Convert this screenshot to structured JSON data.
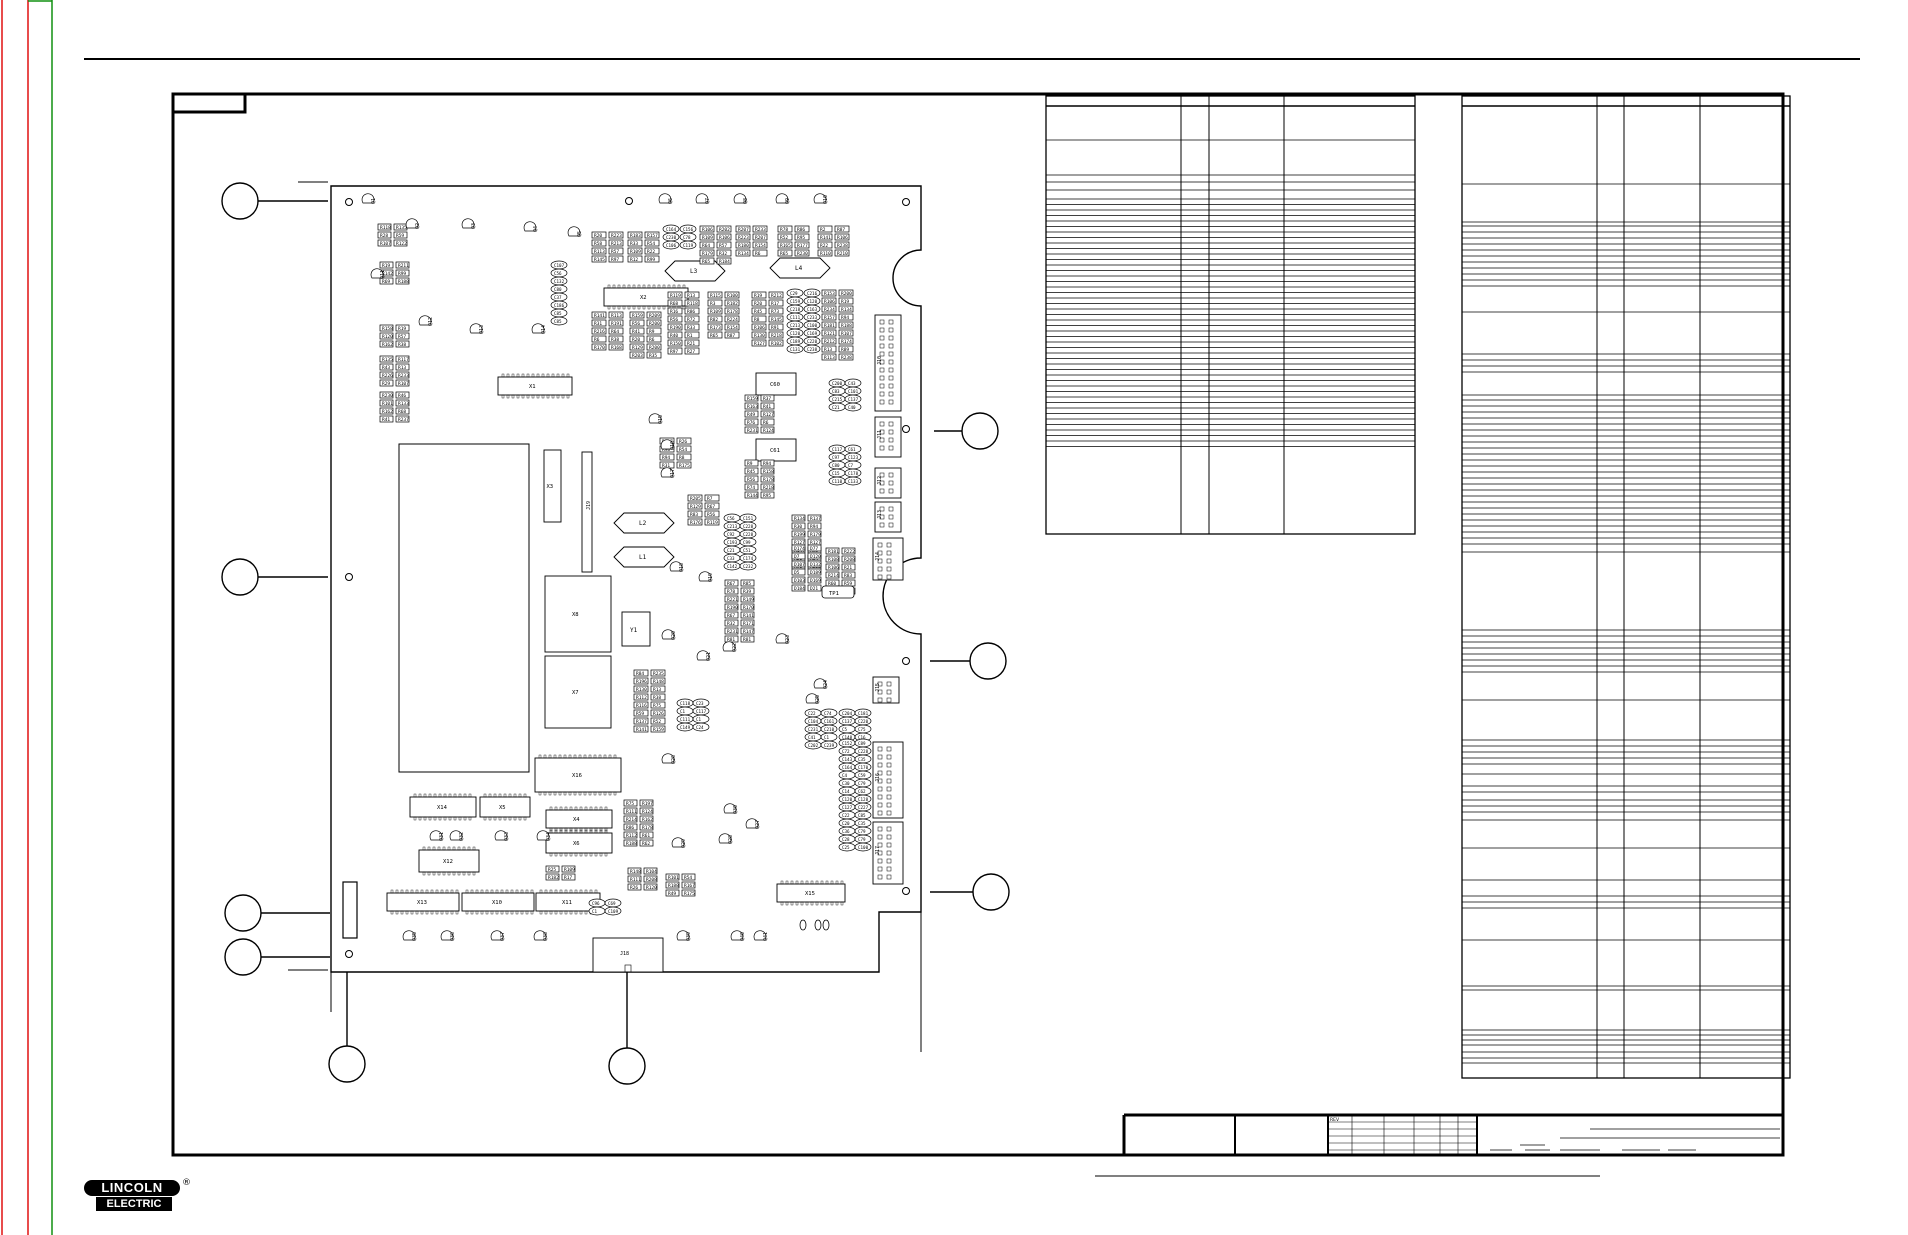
{
  "document": {
    "title": "",
    "left_margin_colors": {
      "red": "#e01010",
      "green": "#109010"
    }
  },
  "logo": {
    "top_text": "LINCOLN",
    "bottom_text": "ELECTRIC",
    "registered_mark": "®"
  },
  "board": {
    "ics": [
      "X1",
      "X2",
      "X3",
      "X4",
      "X5",
      "X6",
      "X7",
      "X8",
      "X10",
      "X11",
      "X12",
      "X13",
      "X14",
      "X15",
      "X16"
    ],
    "inductors": [
      "L1",
      "L2",
      "L3",
      "L4"
    ],
    "connectors": [
      "J10",
      "J11",
      "J12",
      "J13",
      "J14",
      "J15",
      "J16",
      "J17",
      "J18",
      "J19"
    ],
    "crystal": "Y1",
    "testpoint": "TP1",
    "callouts_count": 9
  },
  "parts_list_left": {
    "rows": 52
  },
  "parts_list_right": {
    "rows": 78
  },
  "title_block": {
    "small_header": "REV"
  }
}
